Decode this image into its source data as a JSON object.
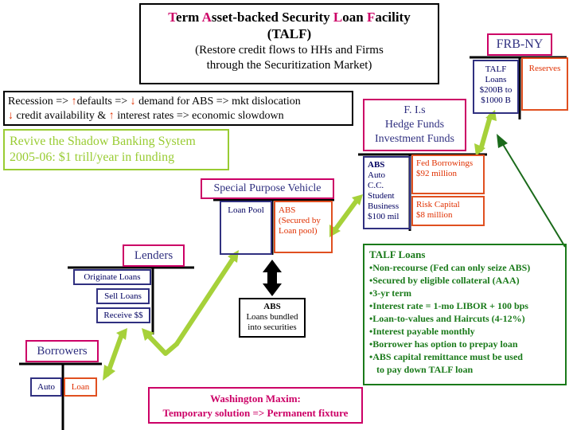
{
  "title": {
    "line1": [
      {
        "text": "T",
        "color": "#cc0066"
      },
      {
        "text": "erm ",
        "color": "#000000"
      },
      {
        "text": "A",
        "color": "#cc0066"
      },
      {
        "text": "sset-backed Security ",
        "color": "#000000"
      },
      {
        "text": "L",
        "color": "#cc0066"
      },
      {
        "text": "oan ",
        "color": "#000000"
      },
      {
        "text": "F",
        "color": "#cc0066"
      },
      {
        "text": "acility",
        "color": "#000000"
      }
    ],
    "line2": "(TALF)",
    "sub1": "(Restore credit flows to HHs and Firms",
    "sub2": "through the Securitization Market)"
  },
  "frbny": {
    "label": "FRB-NY",
    "talf": [
      "TALF",
      "Loans",
      "$200B to",
      "$1000 B"
    ],
    "reserves": "Reserves"
  },
  "recession": {
    "line1": [
      "Recession => ",
      "defaults => ",
      " demand for ABS => mkt dislocation"
    ],
    "line2": [
      " credit availability & ",
      " interest rates => economic slowdown"
    ],
    "up_arrow": "↑",
    "down_arrow": "↓"
  },
  "shadow": {
    "line1": "Revive the Shadow Banking System",
    "line2": "2005-06: $1 trill/year in funding"
  },
  "hedge": {
    "label": [
      "F. I.s",
      "Hedge Funds",
      "Investment Funds"
    ],
    "abs_title": "ABS",
    "abs_lines": [
      "Auto",
      "C.C.",
      "Student",
      "Business",
      "$100 mil"
    ],
    "fed_borrowings": [
      "Fed Borrowings",
      "$92 million"
    ],
    "risk_capital": [
      "Risk Capital",
      "$8 million"
    ]
  },
  "spv": {
    "label": "Special Purpose Vehicle",
    "loan_pool": "Loan Pool",
    "abs": [
      "ABS",
      "(Secured by",
      "Loan pool)"
    ]
  },
  "abs_bundled": {
    "title": "ABS",
    "lines": [
      "Loans bundled",
      "into securities"
    ]
  },
  "lenders": {
    "label": "Lenders",
    "items": [
      "Originate Loans",
      "Sell Loans",
      "Receive $$"
    ]
  },
  "borrowers": {
    "label": "Borrowers",
    "auto": "Auto",
    "loan": "Loan"
  },
  "talf_loans": {
    "title": "TALF Loans",
    "items": [
      "•Non-recourse (Fed can only seize ABS)",
      "•Secured by eligible collateral (AAA)",
      "•3-yr term",
      "•Interest rate = 1-mo LIBOR + 100 bps",
      "•Loan-to-values and Haircuts (4-12%)",
      "•Interest payable monthly",
      "•Borrower has option to prepay loan",
      "•ABS capital remittance must be used",
      "   to pay down TALF loan"
    ]
  },
  "maxim": {
    "line1": "Washington Maxim:",
    "line2": "Temporary solution => Permanent fixture"
  },
  "colors": {
    "magenta": "#cc0066",
    "navy": "#303080",
    "orange_red": "#e05020",
    "green": "#1a7a1a",
    "lime": "#99cc33",
    "arrow_green": "#a6d13a"
  },
  "icons": [
    "up-arrow-icon",
    "down-arrow-icon",
    "double-arrow-icon"
  ]
}
